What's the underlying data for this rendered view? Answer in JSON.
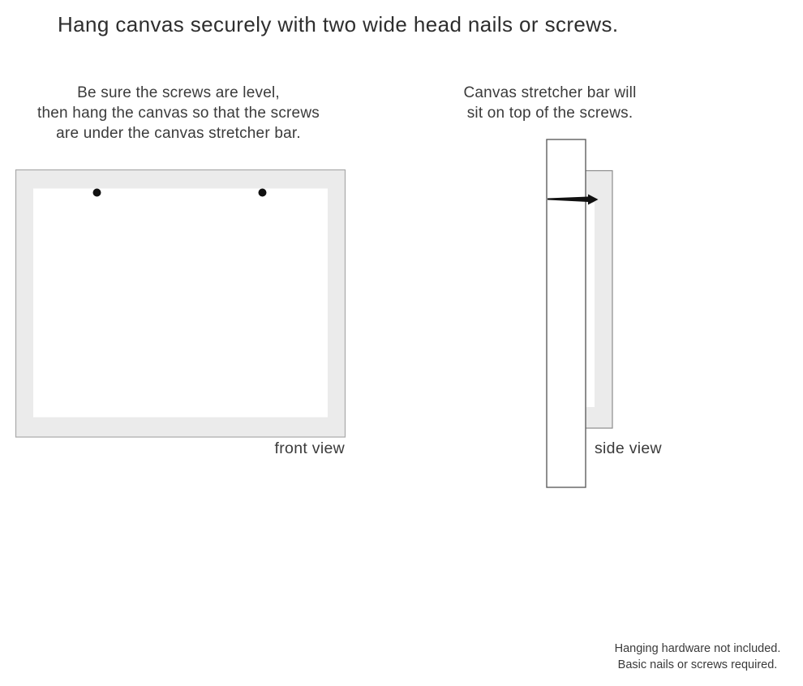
{
  "title": "Hang canvas securely with two wide head nails or screws.",
  "front_view": {
    "instruction_line1": "Be sure the screws are level,",
    "instruction_line2": "then hang the canvas so that the screws",
    "instruction_line3": "are under the canvas stretcher bar.",
    "caption": "front view"
  },
  "side_view": {
    "instruction_line1": "Canvas stretcher bar will",
    "instruction_line2": "sit on top of the screws.",
    "caption": "side view"
  },
  "footnote": {
    "line1": "Hanging hardware not included.",
    "line2": "Basic nails or screws required."
  },
  "colors": {
    "canvas_fill": "#ebebeb",
    "canvas_inner_fill": "#ffffff",
    "frame_border": "#a9a9a9",
    "side_canvas_border": "#8c8c8c",
    "wall_fill": "#ffffff",
    "wall_border": "#5f5f5f",
    "screw": "#111111",
    "nail": "#111111"
  }
}
